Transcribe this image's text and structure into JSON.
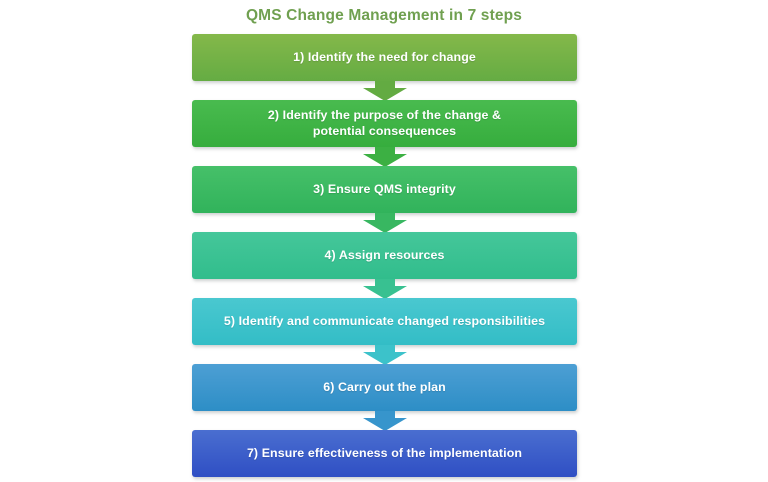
{
  "title": "QMS Change Management in 7 steps",
  "title_color": "#70a050",
  "diagram": {
    "type": "flowchart-vertical",
    "orientation": "top-to-bottom",
    "connector": "down-arrow",
    "step_count": 7,
    "steps": [
      {
        "number": "1)",
        "label": "1) Identify the need for change",
        "color_top": "#84b84a",
        "color_bottom": "#65ac43",
        "arrow_color": "#63ab42"
      },
      {
        "number": "2)",
        "label": "2) Identify the purpose of the change &\npotential consequences",
        "color_top": "#49bb4f",
        "color_bottom": "#36ad3d",
        "arrow_color": "#3cb043"
      },
      {
        "number": "3)",
        "label": "3) Ensure QMS integrity",
        "color_top": "#46c069",
        "color_bottom": "#31b35b",
        "arrow_color": "#38b761"
      },
      {
        "number": "4)",
        "label": "4) Assign resources",
        "color_top": "#45c79a",
        "color_bottom": "#31bd8c",
        "arrow_color": "#38c191"
      },
      {
        "number": "5)",
        "label": "5) Identify and communicate changed responsibilities",
        "color_top": "#4ac8d0",
        "color_bottom": "#33bdc6",
        "arrow_color": "#3cc2ca"
      },
      {
        "number": "6)",
        "label": "6) Carry out the plan",
        "color_top": "#4d9fd4",
        "color_bottom": "#2d8ec6",
        "arrow_color": "#3795cc"
      },
      {
        "number": "7)",
        "label": "7) Ensure effectiveness of the implementation",
        "color_top": "#4a6ed0",
        "color_bottom": "#2f4fc4",
        "arrow_color": "#3a5dc9"
      }
    ]
  }
}
